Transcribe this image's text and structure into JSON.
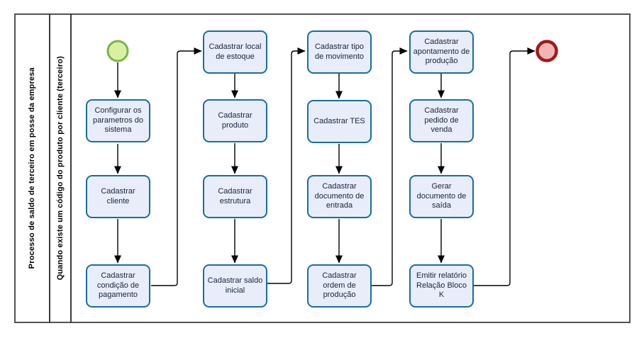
{
  "pool": {
    "title": "Processo de saldo de terceiro em posse da empresa",
    "lane_title": "Quando existe um código do produto por cliente (terceiro)"
  },
  "tasks": [
    {
      "id": "configurar-parametros",
      "label": "Configurar os parametros do sistema"
    },
    {
      "id": "cadastrar-cliente",
      "label": "Cadastrar cliente"
    },
    {
      "id": "cadastrar-condicao-pagamento",
      "label": "Cadastrar condição de pagamento"
    },
    {
      "id": "cadastrar-local-estoque",
      "label": "Cadastrar local de estoque"
    },
    {
      "id": "cadastrar-produto",
      "label": "Cadastrar produto"
    },
    {
      "id": "cadastrar-estrutura",
      "label": "Cadastrar estrutura"
    },
    {
      "id": "cadastrar-saldo-inicial",
      "label": "Cadastrar saldo inicial"
    },
    {
      "id": "cadastrar-tipo-movimento",
      "label": "Cadastrar tipo de movimento"
    },
    {
      "id": "cadastrar-tes",
      "label": "Cadastrar TES"
    },
    {
      "id": "cadastrar-documento-entrada",
      "label": "Cadastrar documento de entrada"
    },
    {
      "id": "cadastrar-ordem-producao",
      "label": "Cadastrar ordem de produção"
    },
    {
      "id": "cadastrar-apontamento-producao",
      "label": "Cadastrar apontamento de produção"
    },
    {
      "id": "cadastrar-pedido-venda",
      "label": "Cadastrar pedido de venda"
    },
    {
      "id": "gerar-documento-saida",
      "label": "Gerar documento de saída"
    },
    {
      "id": "emitir-relatorio-bloco-k",
      "label": "Emitir relatório Relação Bloco K"
    }
  ],
  "events": [
    {
      "id": "start-event",
      "type": "start"
    },
    {
      "id": "end-event",
      "type": "end"
    }
  ],
  "edges": [
    [
      "start-event",
      "configurar-parametros"
    ],
    [
      "configurar-parametros",
      "cadastrar-cliente"
    ],
    [
      "cadastrar-cliente",
      "cadastrar-condicao-pagamento"
    ],
    [
      "cadastrar-condicao-pagamento",
      "cadastrar-local-estoque"
    ],
    [
      "cadastrar-local-estoque",
      "cadastrar-produto"
    ],
    [
      "cadastrar-produto",
      "cadastrar-estrutura"
    ],
    [
      "cadastrar-estrutura",
      "cadastrar-saldo-inicial"
    ],
    [
      "cadastrar-saldo-inicial",
      "cadastrar-tipo-movimento"
    ],
    [
      "cadastrar-tipo-movimento",
      "cadastrar-tes"
    ],
    [
      "cadastrar-tes",
      "cadastrar-documento-entrada"
    ],
    [
      "cadastrar-documento-entrada",
      "cadastrar-ordem-producao"
    ],
    [
      "cadastrar-ordem-producao",
      "cadastrar-apontamento-producao"
    ],
    [
      "cadastrar-apontamento-producao",
      "cadastrar-pedido-venda"
    ],
    [
      "cadastrar-pedido-venda",
      "gerar-documento-saida"
    ],
    [
      "gerar-documento-saida",
      "emitir-relatorio-bloco-k"
    ],
    [
      "emitir-relatorio-bloco-k",
      "end-event"
    ]
  ],
  "colors": {
    "task_fill": "#e9edf9",
    "task_border": "#156f9e",
    "task_text": "#16243c",
    "start_event_fill": "#d9f0a2",
    "start_event_border": "#79b544",
    "end_event_fill": "#f1b5b4",
    "end_event_border": "#9e1b1b",
    "frame_border": "#525254",
    "connector": "#000000"
  }
}
